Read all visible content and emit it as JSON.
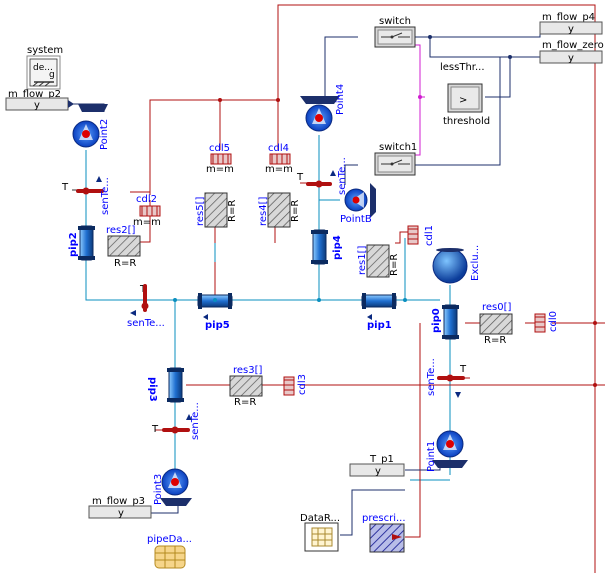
{
  "components": {
    "system": {
      "name": "system",
      "inner": "de..."
    },
    "m_flow_p2": {
      "name": "m_flow_p2",
      "value": "y"
    },
    "m_flow_p4": {
      "name": "m_flow_p4",
      "value": "y"
    },
    "m_flow_zero": {
      "name": "m_flow_zero",
      "value": "y"
    },
    "m_flow_p3": {
      "name": "m_flow_p3",
      "value": "y"
    },
    "T_p1": {
      "name": "T_p1",
      "value": "y"
    },
    "switch": {
      "name": "switch"
    },
    "switch1": {
      "name": "switch1"
    },
    "lessThreshold": {
      "name": "lessThr...",
      "symbol": ">",
      "param": "threshold"
    },
    "point2": {
      "name": "Point2"
    },
    "point4": {
      "name": "Point4"
    },
    "point3": {
      "name": "Point3"
    },
    "point1": {
      "name": "Point1"
    },
    "pointB": {
      "name": "PointB"
    },
    "senTem2": {
      "name": "senTe..."
    },
    "senTem4": {
      "name": "senTe..."
    },
    "senTemMain": {
      "name": "senTe..."
    },
    "senTem3": {
      "name": "senTe..."
    },
    "senTem1": {
      "name": "senTe..."
    },
    "T_top": {
      "name": "T"
    },
    "T_mid": {
      "name": "T"
    },
    "T_small": {
      "name": "T"
    },
    "T_right": {
      "name": "T"
    },
    "T_low": {
      "name": "T"
    },
    "res2": {
      "name": "res2[]",
      "param": "R=R"
    },
    "res5": {
      "name": "res5[]",
      "param": "R=R"
    },
    "res4": {
      "name": "res4[]",
      "param": "R=R"
    },
    "res1": {
      "name": "res1[]",
      "param": "R=R"
    },
    "res0": {
      "name": "res0[]",
      "param": "R=R"
    },
    "res3": {
      "name": "res3[]",
      "param": "R=R"
    },
    "cdl2": {
      "name": "cdl2",
      "param": "m=m"
    },
    "cdl5": {
      "name": "cdl5",
      "param": "m=m"
    },
    "cdl4": {
      "name": "cdl4",
      "param": "m=m"
    },
    "cdl1": {
      "name": "cdl1"
    },
    "cdl0": {
      "name": "cdl0"
    },
    "cdl3": {
      "name": "cdl3"
    },
    "pip2": {
      "name": "pip2"
    },
    "pip4": {
      "name": "pip4"
    },
    "pip5": {
      "name": "pip5"
    },
    "pip1": {
      "name": "pip1"
    },
    "pip0": {
      "name": "pip0"
    },
    "pip3": {
      "name": "pip3"
    },
    "exclude": {
      "name": "Exclu..."
    },
    "dataReader": {
      "name": "DataR..."
    },
    "prescribed": {
      "name": "prescri..."
    },
    "pipeData": {
      "name": "pipeDa..."
    }
  },
  "colors": {
    "fluid_wire": "#0a8fbf",
    "heat_wire": "#b01010",
    "signal_wire": "#1c2f6b",
    "boolean_wire": "#d01dd0",
    "label_text": "#0000ff",
    "pipe_fill": "#1f6fd0",
    "resistor_fill": "#c8c8c8",
    "source_fill": "#0a4ae0"
  }
}
